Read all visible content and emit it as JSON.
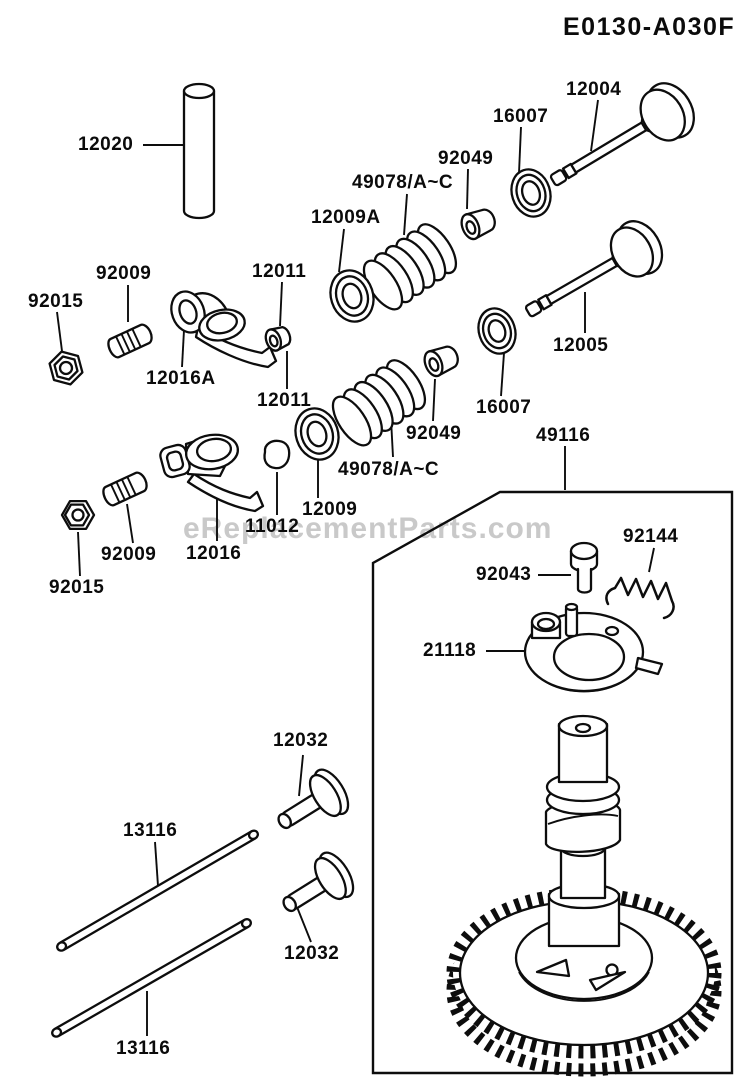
{
  "header": {
    "title": "E0130-A030F"
  },
  "watermark": "eReplacementParts.com",
  "colors": {
    "ink": "#0d0d0d",
    "watermark": "#c9c9c9",
    "background": "#ffffff"
  },
  "diagram": {
    "description": "Kawasaki engine valve / camshaft exploded parts diagram",
    "labels": [
      {
        "text": "12020"
      },
      {
        "text": "12004"
      },
      {
        "text": "16007"
      },
      {
        "text": "92049"
      },
      {
        "text": "49078/A~C"
      },
      {
        "text": "12009A"
      },
      {
        "text": "12011"
      },
      {
        "text": "92009"
      },
      {
        "text": "92015"
      },
      {
        "text": "12016A"
      },
      {
        "text": "12011"
      },
      {
        "text": "12005"
      },
      {
        "text": "16007"
      },
      {
        "text": "92049"
      },
      {
        "text": "49116"
      },
      {
        "text": "49078/A~C"
      },
      {
        "text": "12009"
      },
      {
        "text": "11012"
      },
      {
        "text": "12016"
      },
      {
        "text": "92009"
      },
      {
        "text": "92015"
      },
      {
        "text": "92144"
      },
      {
        "text": "92043"
      },
      {
        "text": "21118"
      },
      {
        "text": "12032"
      },
      {
        "text": "13116"
      },
      {
        "text": "12032"
      },
      {
        "text": "13116"
      }
    ]
  }
}
